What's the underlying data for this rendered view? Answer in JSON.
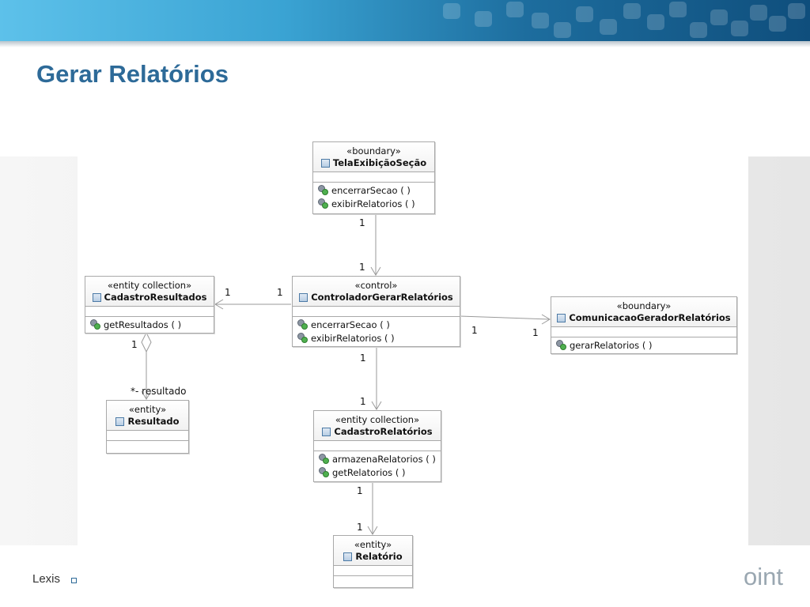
{
  "slide": {
    "title": "Gerar Relatórios",
    "footer_left": "Lexis",
    "footer_logo": "oint"
  },
  "classes": [
    {
      "id": "tela",
      "stereotype": "«boundary»",
      "name": "TelaExibiçãoSeção",
      "attributes": [],
      "operations": [
        "encerrarSecao ( )",
        "exibirRelatorios ( )"
      ]
    },
    {
      "id": "controlador",
      "stereotype": "«control»",
      "name": "ControladorGerarRelatórios",
      "attributes": [],
      "operations": [
        "encerrarSecao ( )",
        "exibirRelatorios ( )"
      ]
    },
    {
      "id": "cadastro_resultados",
      "stereotype": "«entity collection»",
      "name": "CadastroResultados",
      "attributes": [],
      "operations": [
        "getResultados ( )"
      ]
    },
    {
      "id": "comunicacao",
      "stereotype": "«boundary»",
      "name": "ComunicacaoGeradorRelatórios",
      "attributes": [],
      "operations": [
        "gerarRelatorios ( )"
      ]
    },
    {
      "id": "resultado",
      "stereotype": "«entity»",
      "name": "Resultado",
      "attributes": [],
      "operations": []
    },
    {
      "id": "cadastro_relatorios",
      "stereotype": "«entity collection»",
      "name": "CadastroRelatórios",
      "attributes": [],
      "operations": [
        "armazenaRelatorios ( )",
        "getRelatorios ( )"
      ]
    },
    {
      "id": "relatorio",
      "stereotype": "«entity»",
      "name": "Relatório",
      "attributes": [],
      "operations": []
    }
  ],
  "associations": [
    {
      "from": "tela",
      "to": "controlador",
      "source_multiplicity": "1",
      "target_multiplicity": "1",
      "kind": "navigable"
    },
    {
      "from": "controlador",
      "to": "cadastro_resultados",
      "source_multiplicity": "1",
      "target_multiplicity": "1",
      "kind": "navigable"
    },
    {
      "from": "controlador",
      "to": "comunicacao",
      "source_multiplicity": "1",
      "target_multiplicity": "1",
      "kind": "navigable"
    },
    {
      "from": "controlador",
      "to": "cadastro_relatorios",
      "source_multiplicity": "1",
      "target_multiplicity": "1",
      "kind": "navigable"
    },
    {
      "from": "cadastro_relatorios",
      "to": "relatorio",
      "source_multiplicity": "1",
      "target_multiplicity": "1",
      "kind": "navigable"
    },
    {
      "from": "cadastro_resultados",
      "to": "resultado",
      "source_multiplicity": "1",
      "target_multiplicity": "*",
      "role": "- resultado",
      "kind": "aggregation"
    }
  ]
}
